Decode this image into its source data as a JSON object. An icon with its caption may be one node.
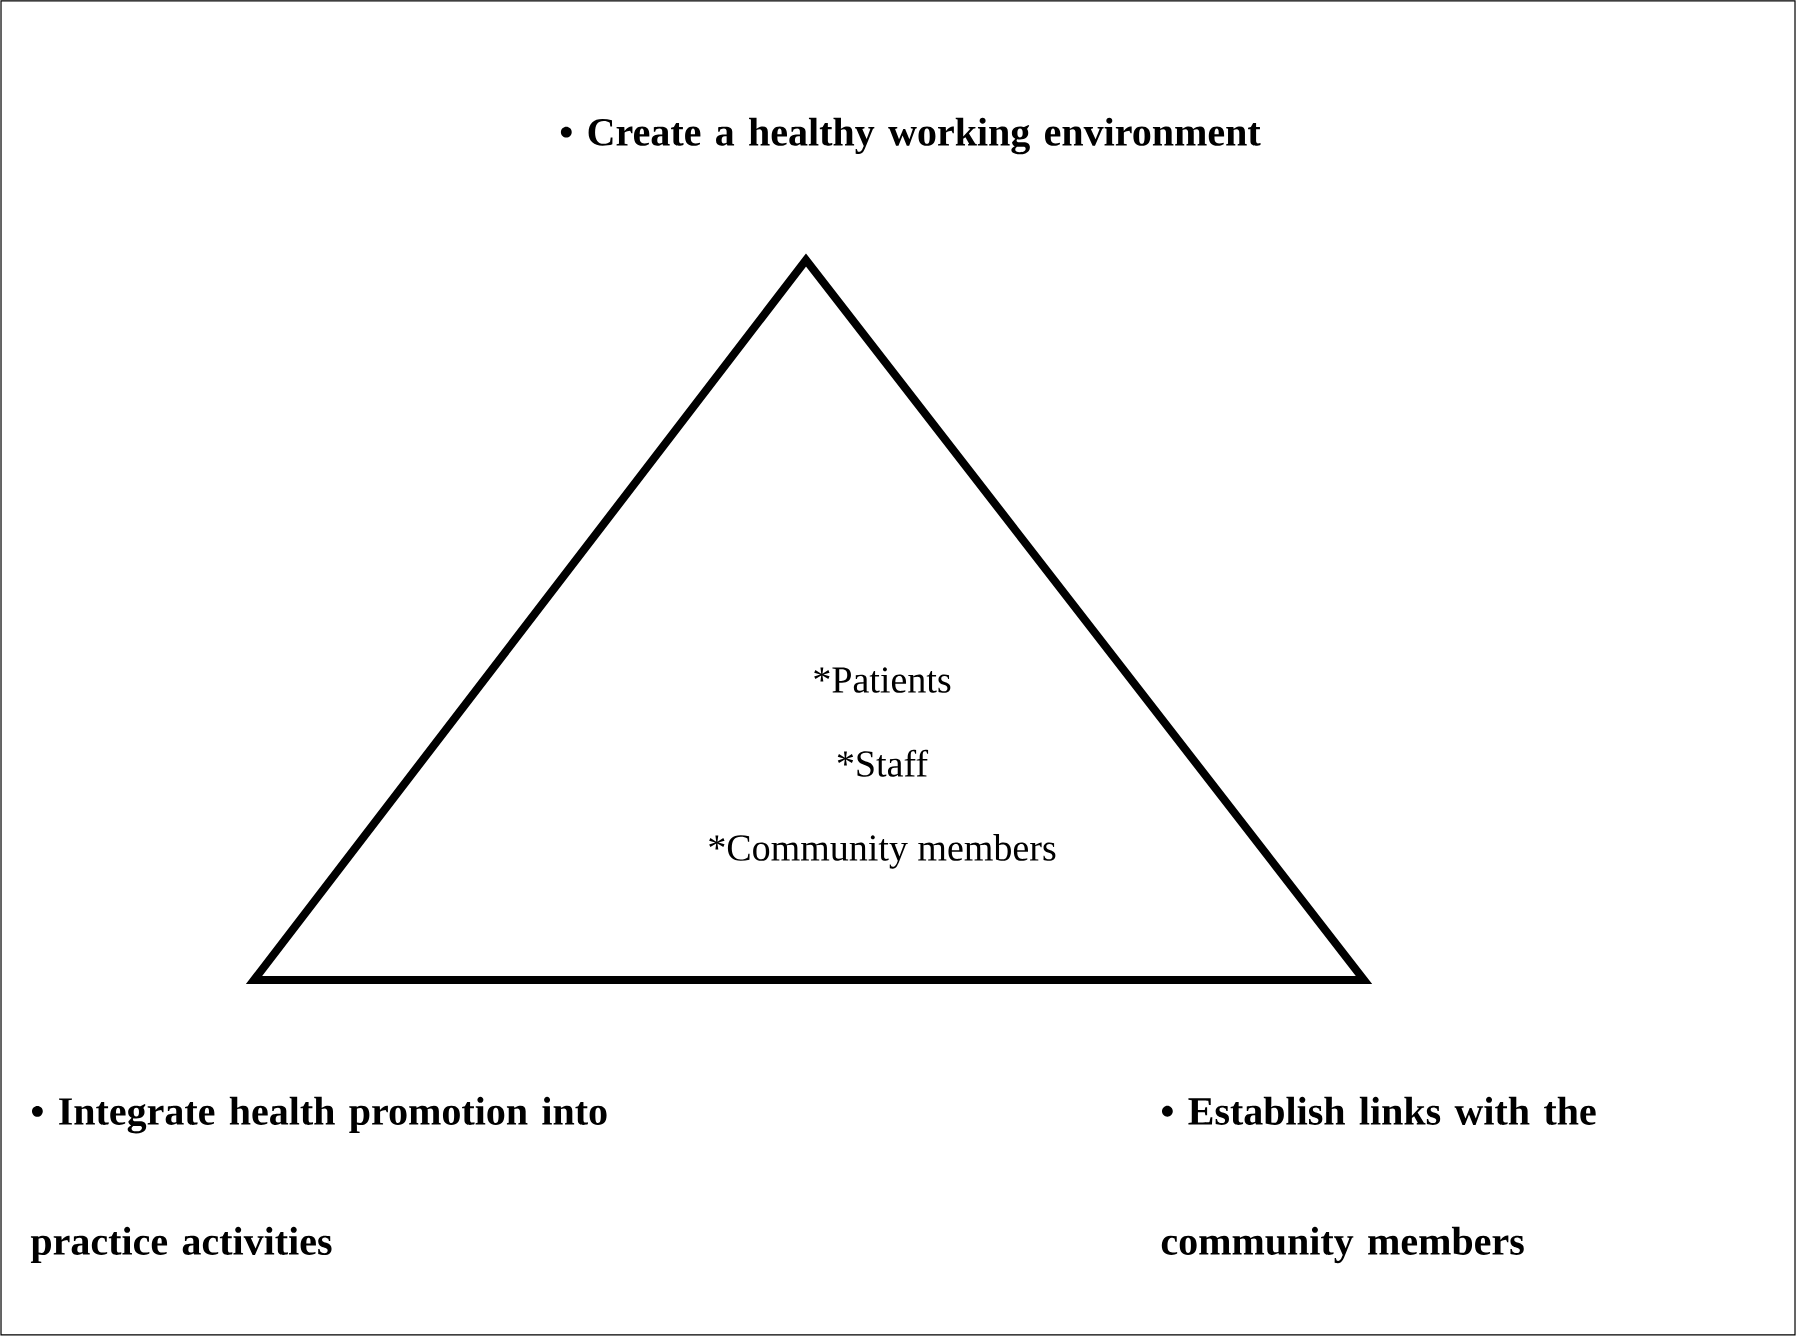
{
  "diagram": {
    "nodes": [
      {
        "text": [
          "*Patients",
          "*Staff",
          "*Community members"
        ]
      }
    ],
    "labels": [
      "• Create a healthy working environment",
      "• Integrate health promotion into practice activities",
      "• Establish links with the community members"
    ]
  }
}
